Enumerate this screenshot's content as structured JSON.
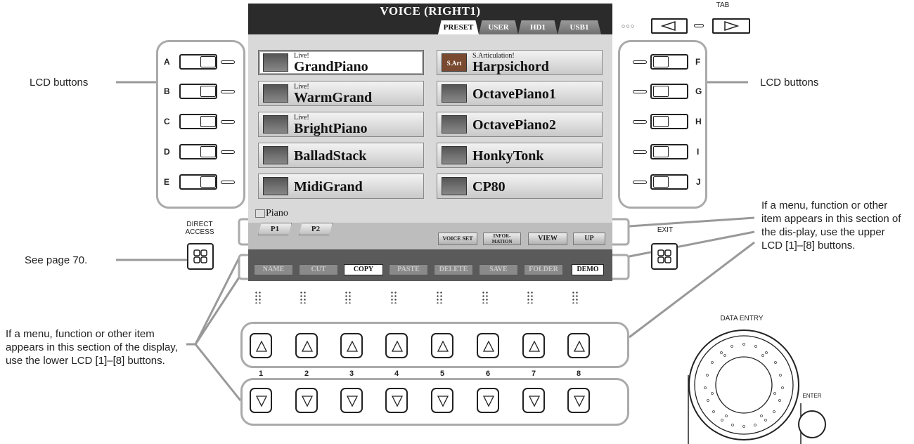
{
  "screen": {
    "title": "VOICE (RIGHT1)",
    "tabs": [
      "PRESET",
      "USER",
      "HD1",
      "USB1"
    ],
    "voices_left": [
      {
        "prefix": "Live!",
        "name": "GrandPiano"
      },
      {
        "prefix": "Live!",
        "name": "WarmGrand"
      },
      {
        "prefix": "Live!",
        "name": "BrightPiano"
      },
      {
        "prefix": "",
        "name": "BalladStack"
      },
      {
        "prefix": "",
        "name": "MidiGrand"
      }
    ],
    "voices_right": [
      {
        "prefix": "S.Articulation!",
        "name": "Harpsichord",
        "icon_text": "S.Art"
      },
      {
        "prefix": "",
        "name": "OctavePiano1"
      },
      {
        "prefix": "",
        "name": "OctavePiano2"
      },
      {
        "prefix": "",
        "name": "HonkyTonk"
      },
      {
        "prefix": "",
        "name": "CP80"
      }
    ],
    "folder": "Piano",
    "pages": [
      "P1",
      "P2"
    ],
    "upper_functions": [
      "VOICE SET",
      "INFOR-MATION",
      "VIEW",
      "UP"
    ],
    "lower_functions": [
      "NAME",
      "CUT",
      "COPY",
      "PASTE",
      "DELETE",
      "SAVE",
      "FOLDER",
      "DEMO"
    ]
  },
  "left_panel": {
    "letters": [
      "A",
      "B",
      "C",
      "D",
      "E"
    ]
  },
  "right_panel": {
    "letters": [
      "F",
      "G",
      "H",
      "I",
      "J"
    ]
  },
  "tab_label": "TAB",
  "direct_access_label": "DIRECT ACCESS",
  "exit_label": "EXIT",
  "data_entry_label": "DATA ENTRY",
  "enter_label": "ENTER",
  "numbers": [
    "1",
    "2",
    "3",
    "4",
    "5",
    "6",
    "7",
    "8"
  ],
  "callouts": {
    "lcd_left": "LCD buttons",
    "lcd_right": "LCD buttons",
    "see_page": "See page 70.",
    "upper_note": "If a menu, function or other item appears in this section of the dis-play, use the upper LCD [1]–[8] buttons.",
    "lower_note": "If a menu, function or other item appears in this section of the display, use the lower LCD [1]–[8] buttons."
  }
}
